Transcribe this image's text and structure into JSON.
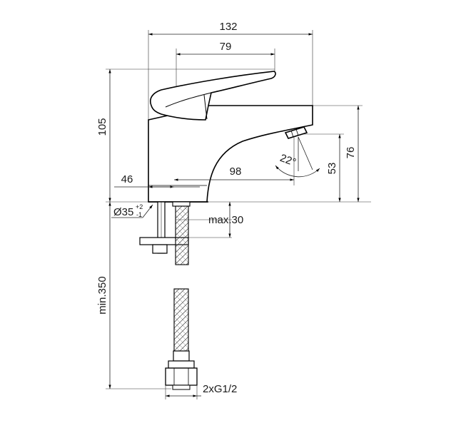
{
  "drawing": {
    "dimensions": {
      "overall_width": "132",
      "lever_width": "79",
      "height": "105",
      "spout_height": "76",
      "outlet_height": "53",
      "outlet_angle": "22°",
      "projection": "98",
      "offset": "46",
      "hole_diameter": "Ø35",
      "hole_tol_plus": "+2",
      "hole_tol_minus": "-1",
      "max_thickness": "max.30",
      "hose_length": "min.350",
      "connection": "2xG1/2"
    }
  }
}
